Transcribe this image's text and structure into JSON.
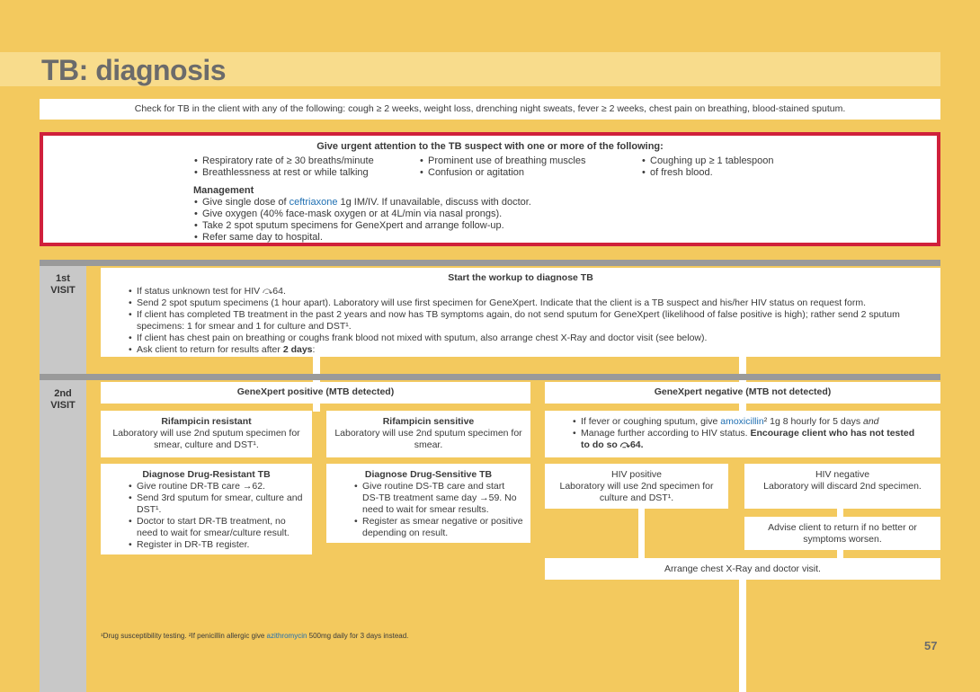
{
  "title": "TB: diagnosis",
  "check": "Check for TB in the client with any of the following: cough ≥ 2 weeks, weight loss, drenching night sweats, fever ≥ 2 weeks, chest pain on breathing, blood-stained sputum.",
  "urgent": {
    "header": "Give urgent attention to the TB suspect with one or more of the following:",
    "col1": [
      "Respiratory rate of ≥ 30 breaths/minute",
      "Breathlessness at rest or while talking"
    ],
    "col2": [
      "Prominent use of breathing muscles",
      "Confusion or agitation"
    ],
    "col3": [
      "Coughing up ≥ 1 tablespoon",
      "of fresh blood."
    ],
    "mgmt_title": "Management",
    "mgmt1_a": "Give single dose of ",
    "mgmt1_link": "ceftriaxone",
    "mgmt1_b": " 1g IM/IV. If unavailable, discuss with doctor.",
    "mgmt2": "Give oxygen (40% face-mask oxygen or at 4L/min via nasal prongs).",
    "mgmt3": "Take 2 spot sputum specimens for GeneXpert and arrange follow-up.",
    "mgmt4": "Refer same day to hospital."
  },
  "visit1": {
    "label1": "1st",
    "label2": "VISIT",
    "title": "Start the workup to diagnose TB",
    "items": [
      "If status unknown test for HIV ⤼64.",
      "Send 2 spot sputum specimens (1 hour apart). Laboratory will use first specimen for GeneXpert. Indicate that the client is a TB suspect and his/her HIV status on request form.",
      "If client has completed TB treatment in the past 2 years and now has TB symptoms again, do not send sputum for GeneXpert (likelihood of false positive is high); rather send 2 sputum specimens: 1 for smear and 1 for culture and DST¹.",
      "If client has chest pain on breathing or coughs frank blood not mixed with sputum, also arrange chest X-Ray and doctor visit (see below)."
    ],
    "last_a": "Ask client to return for results after ",
    "last_b": "2 days",
    "last_c": ":"
  },
  "visit2": {
    "label1": "2nd",
    "label2": "VISIT",
    "pos_header": "GeneXpert positive (MTB detected)",
    "neg_header": "GeneXpert negative (MTB not detected)",
    "rif_res_title": "Rifampicin resistant",
    "rif_res_text": "Laboratory will use 2nd sputum specimen for smear, culture and DST¹.",
    "rif_sens_title": "Rifampicin sensitive",
    "rif_sens_text": "Laboratory will use 2nd sputum specimen for smear.",
    "neg_item1_a": "If fever or coughing sputum, give ",
    "neg_item1_link": "amoxicillin",
    "neg_item1_b": "² 1g 8 hourly for 5 days ",
    "neg_item1_c": "and",
    "neg_item2_a": "Manage further according to HIV status. ",
    "neg_item2_b": "Encourage client who has not tested to do so ⤼64.",
    "dr_title": "Diagnose Drug-Resistant TB",
    "dr_items": [
      "Give routine DR-TB care →62.",
      "Send 3rd sputum for smear, culture and DST¹.",
      "Doctor to start DR-TB treatment, no need to wait for smear/culture result.",
      "Register in DR-TB register."
    ],
    "ds_title": "Diagnose Drug-Sensitive TB",
    "ds_items": [
      "Give routine DS-TB care and start DS-TB treatment same day →59. No need to wait for smear results.",
      "Register as smear negative or positive depending on result."
    ],
    "hivpos_title": "HIV positive",
    "hivpos_text": "Laboratory will use 2nd specimen for culture and DST¹.",
    "hivneg_title": "HIV negative",
    "hivneg_text": "Laboratory will discard 2nd specimen.",
    "advise": "Advise client to return if no better or symptoms worsen.",
    "xray": "Arrange chest X-Ray and doctor visit."
  },
  "footnote_a": "¹Drug susceptibility testing. ²If penicillin allergic give ",
  "footnote_link": "azithromycin",
  "footnote_b": " 500mg daily for 3 days instead.",
  "page_number": "57"
}
